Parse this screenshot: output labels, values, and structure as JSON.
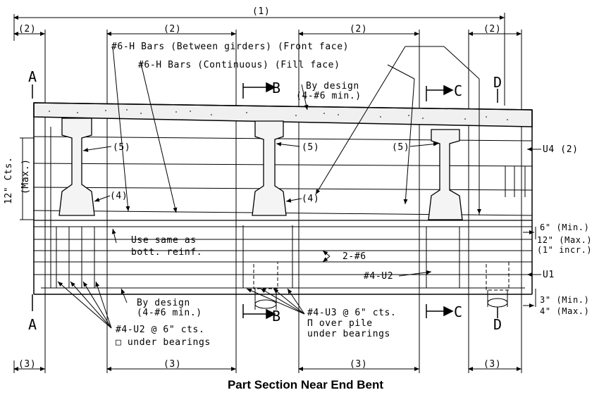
{
  "caption": "Part Section Near End Bent",
  "dimensions": {
    "d1": "(1)",
    "d2_left": "(2)",
    "d2_b": "(2)",
    "d2_c": "(2)",
    "d2_d": "(2)",
    "d3_left": "(3)",
    "d3_b": "(3)",
    "d3_c": "(3)",
    "d3_d": "(3)"
  },
  "section_marks": {
    "a_top": "A",
    "a_bottom": "A",
    "b_top": "B",
    "b_bottom": "B",
    "c_top": "C",
    "c_bottom": "C",
    "d_top": "D",
    "d_bottom": "D"
  },
  "callouts": {
    "h_bars_front": "#6-H Bars (Between girders) (Front face)",
    "h_bars_fill": "#6-H Bars (Continuous) (Fill face)",
    "by_design_top_1": "By design",
    "by_design_top_2": "(4-#6 min.)",
    "five_a": "(5)",
    "five_b": "(5)",
    "five_c": "(5)",
    "four_a": "(4)",
    "four_b": "(4)",
    "u4": "U4 (2)",
    "spacing_1": "12\" Cts.",
    "spacing_2": "(Max.)",
    "use_same_1": "Use same as",
    "use_same_2": "bott. reinf.",
    "two_6": "2-#6",
    "u2_mid": "#4-U2",
    "u1": "U1",
    "by_design_bot_1": "By design",
    "by_design_bot_2": "(4-#6 min.)",
    "u3_1": "#4-U3 @ 6\" cts.",
    "u3_2": "Π over pile",
    "u3_3": "under bearings",
    "u2_left_1": "#4-U2 @ 6\" cts.",
    "u2_left_2": "□ under bearings",
    "min6": "6\" (Min.)",
    "max12": "12\" (Max.)",
    "incr1": "(1\" incr.)",
    "min3": "3\" (Min.)",
    "max4": "4\" (Max.)"
  }
}
